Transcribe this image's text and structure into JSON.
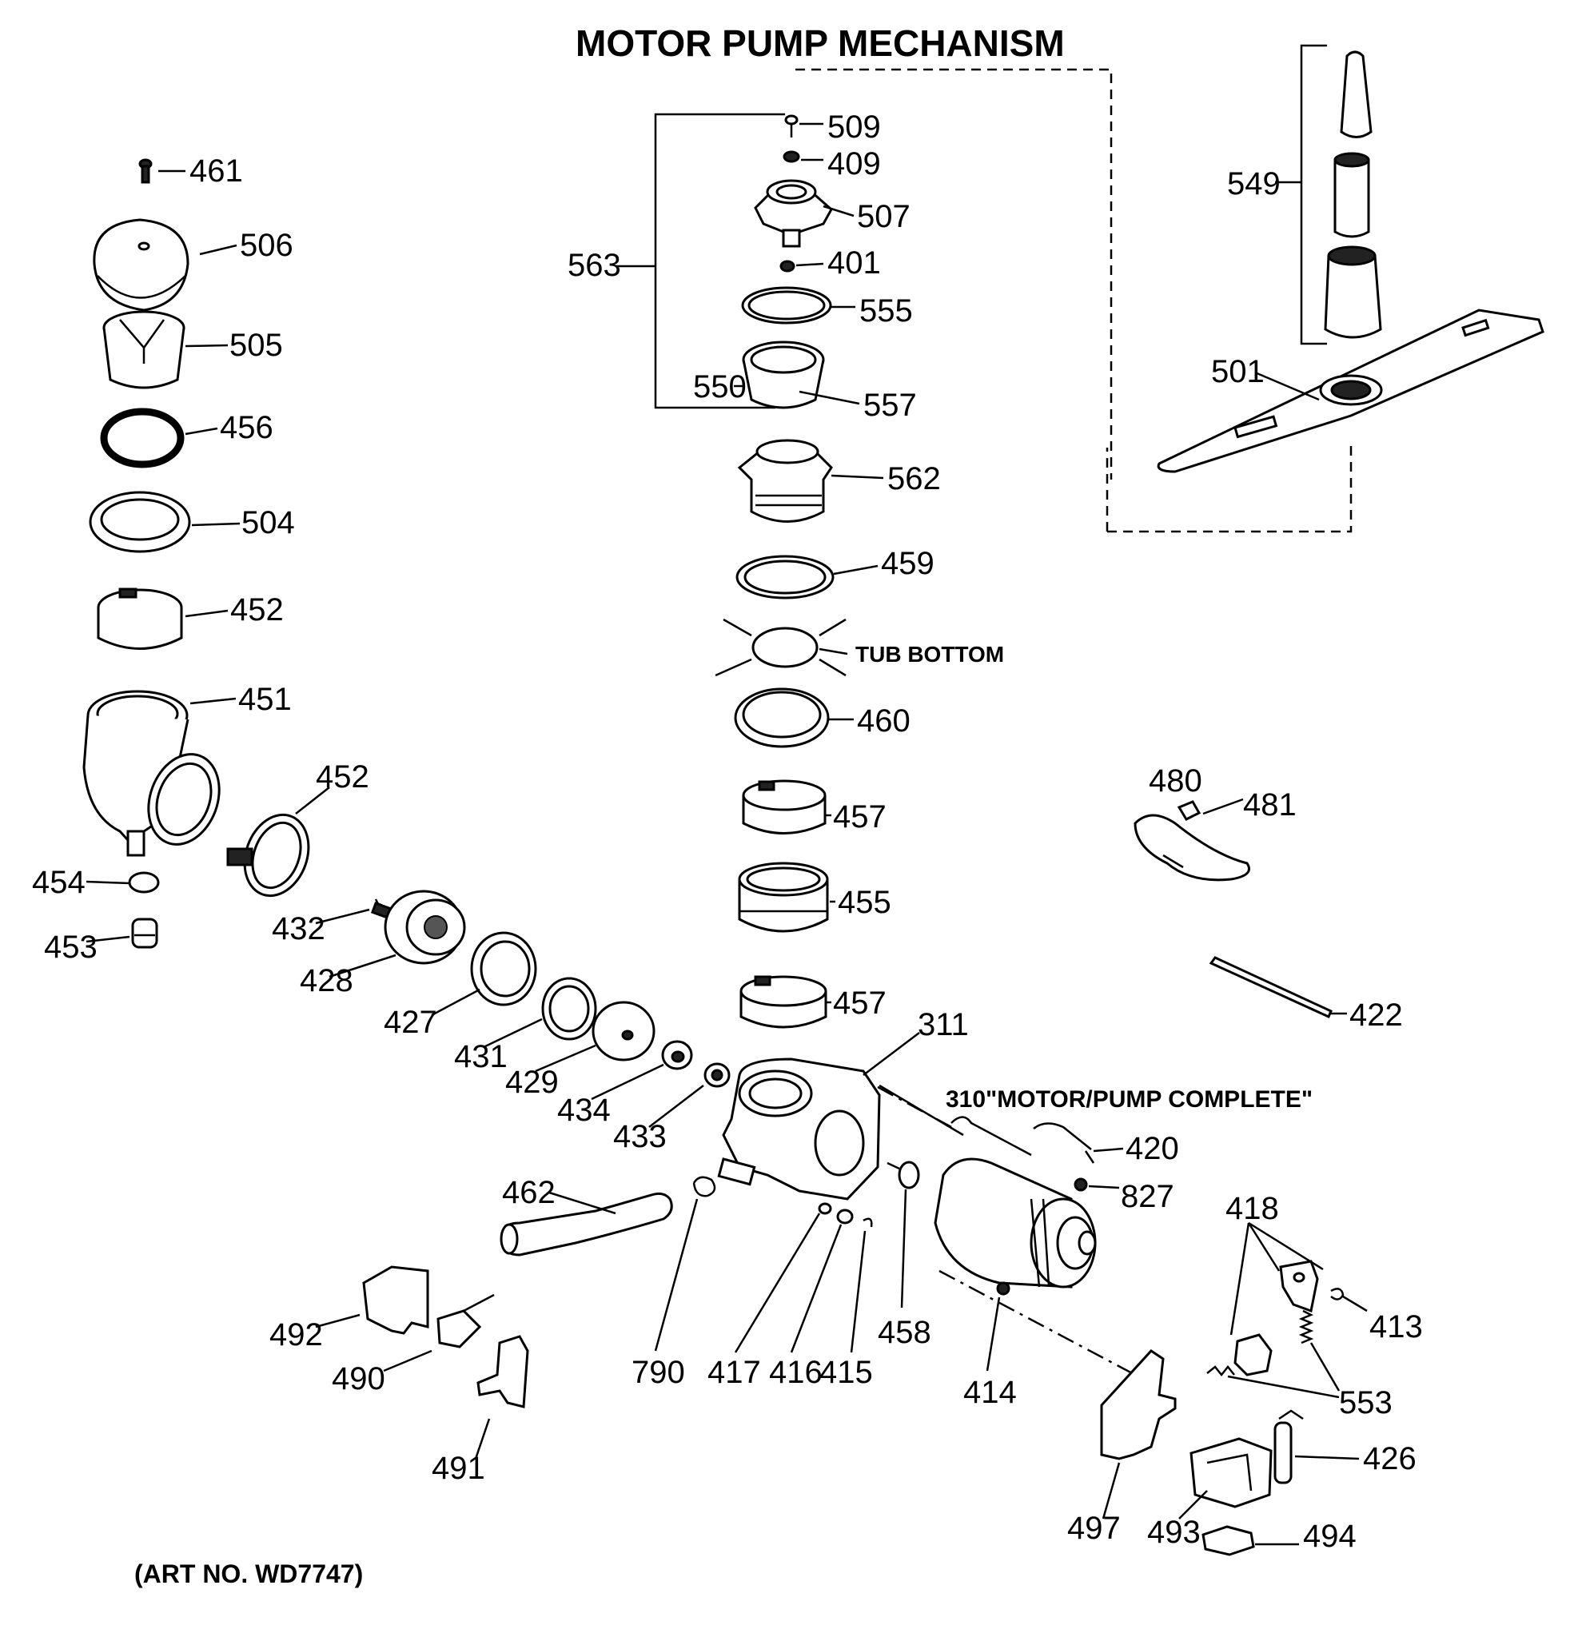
{
  "title": "MOTOR PUMP MECHANISM",
  "art_number": "(ART NO. WD7747)",
  "callouts": {
    "tub_bottom": "TUB BOTTOM",
    "motor_pump_complete": "310\"MOTOR/PUMP COMPLETE\""
  },
  "parts": {
    "p509": "509",
    "p409": "409",
    "p507": "507",
    "p401": "401",
    "p555": "555",
    "p550": "550",
    "p557": "557",
    "p563": "563",
    "p562": "562",
    "p459": "459",
    "p460": "460",
    "p457a": "457",
    "p455": "455",
    "p457b": "457",
    "p311": "311",
    "p549": "549",
    "p501": "501",
    "p461": "461",
    "p506": "506",
    "p505": "505",
    "p456": "456",
    "p504": "504",
    "p452a": "452",
    "p451": "451",
    "p452b": "452",
    "p454": "454",
    "p453": "453",
    "p432": "432",
    "p428": "428",
    "p427": "427",
    "p431": "431",
    "p429": "429",
    "p434": "434",
    "p433": "433",
    "p480": "480",
    "p481": "481",
    "p422": "422",
    "p420": "420",
    "p827": "827",
    "p462": "462",
    "p790": "790",
    "p417": "417",
    "p416": "416",
    "p415": "415",
    "p458": "458",
    "p414": "414",
    "p418": "418",
    "p413": "413",
    "p553": "553",
    "p426": "426",
    "p492": "492",
    "p490": "490",
    "p491": "491",
    "p497": "497",
    "p493": "493",
    "p494": "494"
  }
}
